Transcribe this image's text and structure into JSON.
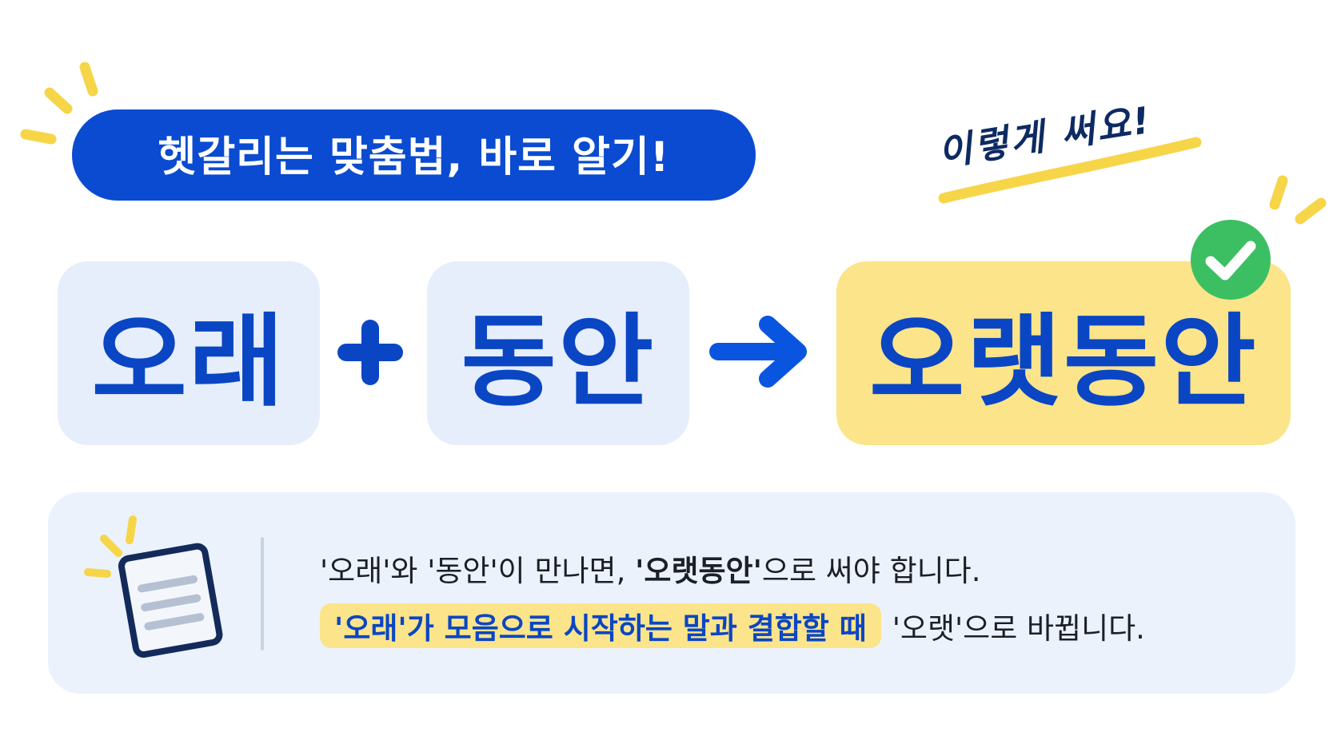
{
  "title": "헷갈리는 맞춤법, 바로 알기!",
  "handwritten_note": "이렇게 써요!",
  "equation": {
    "word_a": "오래",
    "operator_plus": "+",
    "word_b": "동안",
    "operator_arrow": "→",
    "result": "오랫동안"
  },
  "explanation": {
    "line1_part1": "'오래'와 '동안'이 만나면, ",
    "line1_bold": "'오랫동안'",
    "line1_part2": "으로 써야 합니다.",
    "line2_highlight": "'오래'가 모음으로 시작하는 말과 결합할 때",
    "line2_tail": "'오랫'으로 바뀝니다."
  },
  "colors": {
    "primary_blue": "#0a4bd1",
    "box_blue": "#e6eefb",
    "highlight_yellow": "#fbe48a",
    "check_green": "#3cbf63",
    "burst_yellow": "#f6d548"
  },
  "icons": [
    "sparkle-burst-icon",
    "plus-icon",
    "arrow-right-icon",
    "check-circle-icon",
    "document-icon"
  ]
}
